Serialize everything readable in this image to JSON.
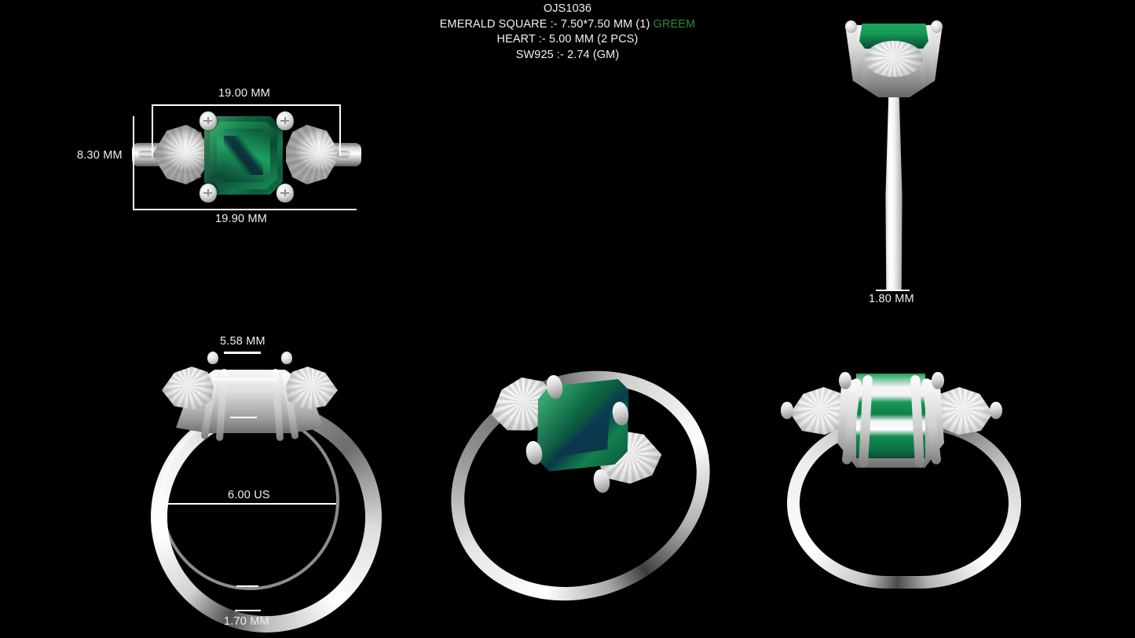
{
  "background_color": "#000000",
  "header": {
    "style_code": "OJS1036",
    "center_stone_line": "EMERALD SQUARE :- 7.50*7.50 MM (1) ",
    "center_stone_color_word": "GREEM",
    "center_stone_color_hex": "#2e8b3f",
    "side_stone_line": "HEART :- 5.00 MM (2 PCS)",
    "metal_line": "SW925 :- 2.74 (GM)"
  },
  "views": {
    "top": {
      "name": "Top / plan view",
      "dimensions": {
        "width_inner": "19.00 MM",
        "height": "8.30 MM",
        "width_outer": "19.90 MM"
      }
    },
    "side": {
      "name": "Side / profile view",
      "dimensions": {
        "band_thickness": "1.80 MM"
      }
    },
    "front": {
      "name": "Front elevation view",
      "dimensions": {
        "head_height": "5.58 MM",
        "ring_size": "6.00 US",
        "band_width": "1.70 MM"
      }
    },
    "perspective": {
      "name": "Three-quarter perspective view"
    },
    "rear": {
      "name": "Rear perspective view"
    }
  },
  "stones": {
    "center": {
      "shape": "Emerald square step cut",
      "color_bright": "#19a158",
      "color_dark": "#0a3a4a"
    },
    "side": {
      "shape": "Heart / pear brilliant",
      "color": "#ffffff",
      "count": 2
    }
  },
  "metal": {
    "name": "Sterling silver SW925",
    "color": "#e8e8e8"
  }
}
